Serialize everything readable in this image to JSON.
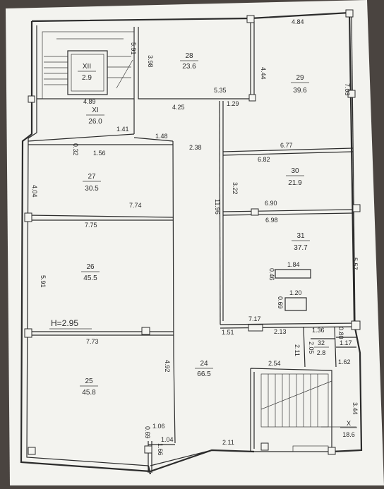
{
  "rooms": [
    {
      "id": "XII",
      "area": "2.9"
    },
    {
      "id": "XI",
      "area": "26.0"
    },
    {
      "id": "28",
      "area": "23.6"
    },
    {
      "id": "29",
      "area": "39.6"
    },
    {
      "id": "27",
      "area": "30.5"
    },
    {
      "id": "30",
      "area": "21.9"
    },
    {
      "id": "26",
      "area": "45.5"
    },
    {
      "id": "31",
      "area": "37.7"
    },
    {
      "id": "25",
      "area": "45.8"
    },
    {
      "id": "24",
      "area": "66.5"
    },
    {
      "id": "32",
      "area": "2.8"
    },
    {
      "id": "X",
      "area": "18.6"
    }
  ],
  "dims": {
    "d_591_top": "5.91",
    "d_484_top": "4.84",
    "d_398": "3.98",
    "d_444": "4.44",
    "d_703": "7.03",
    "d_489": "4.89",
    "d_535": "5.35",
    "d_425": "4.25",
    "d_129": "1.29",
    "d_141": "1.41",
    "d_148": "1.48",
    "d_032": "0.32",
    "d_156": "1.56",
    "d_238": "2.38",
    "d_677": "6.77",
    "d_682": "6.82",
    "d_404": "4.04",
    "d_322": "3.22",
    "d_1196": "11.96",
    "d_774": "7.74",
    "d_690": "6.90",
    "d_775": "7.75",
    "d_698": "6.98",
    "d_591_left": "5.91",
    "d_557": "5.57",
    "d_184": "1.84",
    "d_046": "0.46",
    "d_120": "1.20",
    "d_069": "0.69",
    "d_717": "7.17",
    "d_151": "1.51",
    "d_213": "2.13",
    "d_136": "1.36",
    "d_080": "0.80",
    "d_117": "1.17",
    "d_211": "2.11",
    "d_205": "2.05",
    "d_773": "7.73",
    "d_492": "4.92",
    "d_254": "2.54",
    "d_162": "1.62",
    "d_344": "3.44",
    "d_106": "1.06",
    "d_104": "1.04",
    "d_069b": "0.69",
    "d_166": "1.66",
    "d_211b": "2.11"
  },
  "ceiling_height": "H=2.95"
}
